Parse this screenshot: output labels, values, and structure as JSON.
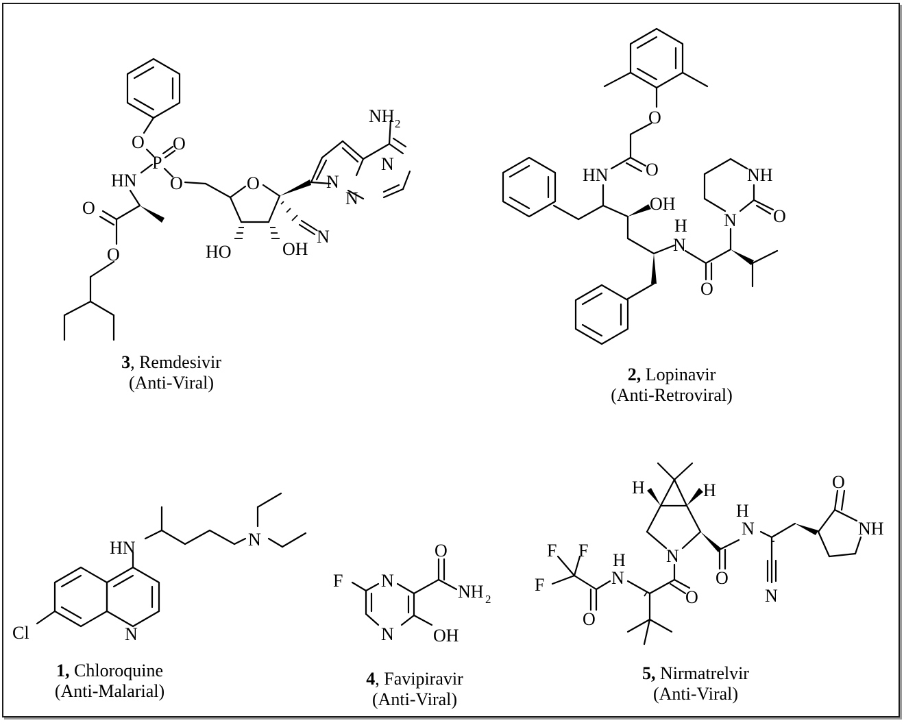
{
  "compounds": [
    {
      "number": "3",
      "sep": ",",
      "name": " Remdesivir",
      "activity": "(Anti-Viral)"
    },
    {
      "number": "2,",
      "sep": "",
      "name": " Lopinavir",
      "activity": "(Anti-Retroviral)"
    },
    {
      "number": "1,",
      "sep": "",
      "name": " Chloroquine",
      "activity": "(Anti-Malarial)"
    },
    {
      "number": "4",
      "sep": ",",
      "name": " Favipiravir",
      "activity": "(Anti-Viral)"
    },
    {
      "number": "5,",
      "sep": "",
      "name": " Nirmatrelvir",
      "activity": "(Anti-Viral)"
    }
  ],
  "atoms": {
    "remdesivir": {
      "nh2": "NH",
      "nh2_sub": "2",
      "n_ring1": "N",
      "n_ring2": "N",
      "n_ring3": "N",
      "o_phos1": "O",
      "o_dbl": "O",
      "p": "P",
      "o_phos2": "O",
      "hn": "HN",
      "o_ring": "O",
      "o_ester_dbl": "O",
      "o_ester": "O",
      "ho": "HO",
      "oh": "OH",
      "n_nitrile": "N"
    },
    "lopinavir": {
      "o_ether": "O",
      "hn": "HN",
      "o_amide1": "O",
      "nh": "NH",
      "oh": "OH",
      "h": "H",
      "n_amide": "N",
      "n_ring": "N",
      "o_urea": "O",
      "o_amide2": "O"
    },
    "chloroquine": {
      "hn": "HN",
      "n_amine": "N",
      "cl": "Cl",
      "n_ring": "N"
    },
    "favipiravir": {
      "f": "F",
      "n1": "N",
      "o": "O",
      "nh2": "NH",
      "nh2_sub": "2",
      "n2": "N",
      "oh": "OH"
    },
    "nirmatrelvir": {
      "h1": "H",
      "h2": "H",
      "o_lactam": "O",
      "h3": "H",
      "n_amide1": "N",
      "nh": "NH",
      "f1": "F",
      "f2": "F",
      "f3": "F",
      "h4": "H",
      "n_amide2": "N",
      "n_ring": "N",
      "o1": "O",
      "o2": "O",
      "o3": "O",
      "n_nitrile": "N"
    }
  }
}
